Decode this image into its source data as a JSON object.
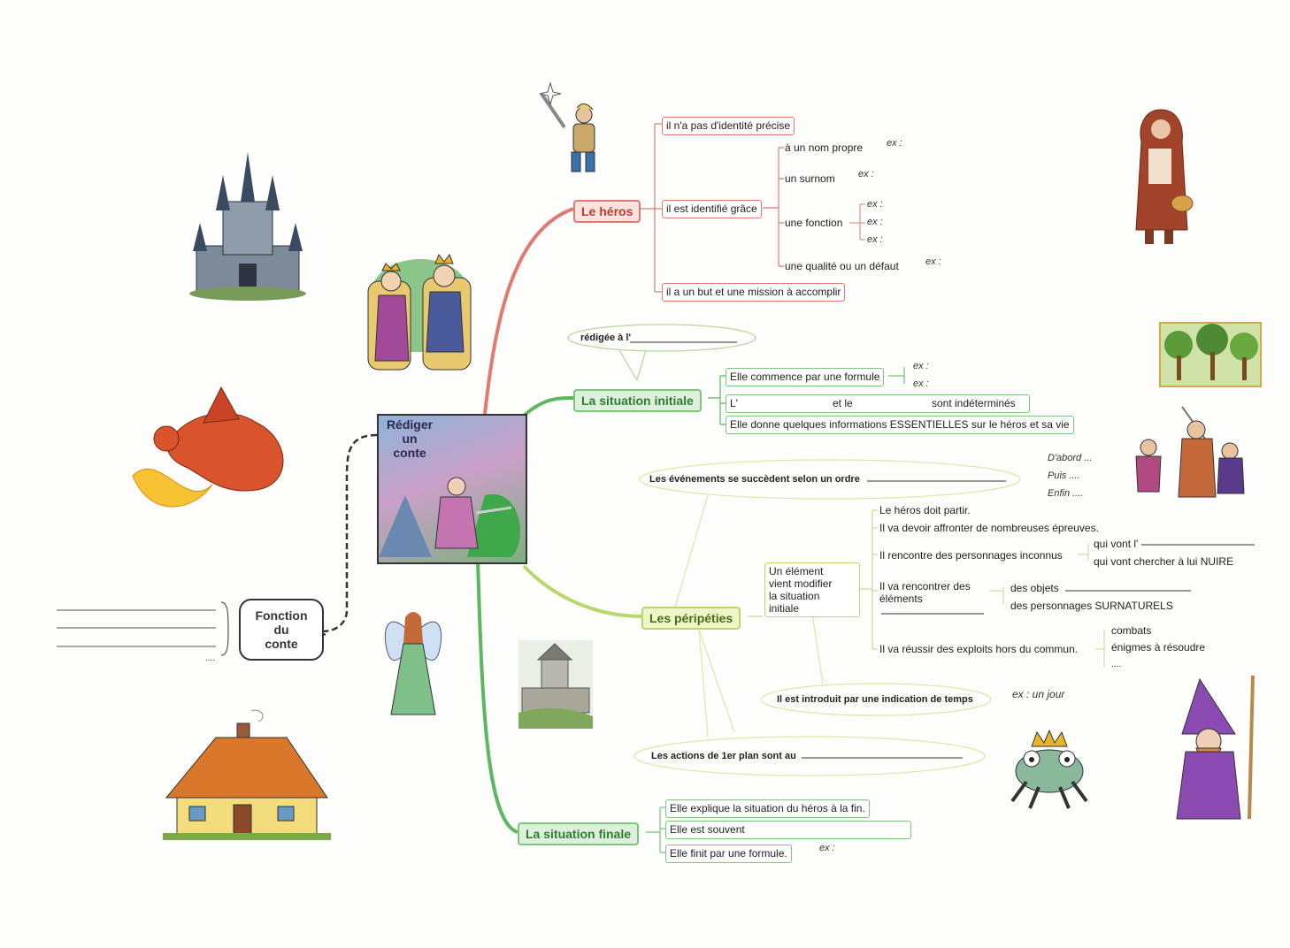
{
  "center": {
    "lines": [
      "Rédiger",
      "un",
      "conte"
    ]
  },
  "fonction": {
    "lines": [
      "Fonction",
      "du",
      "conte"
    ],
    "dots": "...."
  },
  "heros": {
    "label": "Le héros",
    "b1": "il n'a pas d'identité précise",
    "b2": "il est identifié grâce",
    "b2_items": [
      "à un nom propre",
      "un surnom",
      "une fonction",
      "une qualité ou un défaut"
    ],
    "b3": "il a un but et une mission à accomplir",
    "ex": "ex :"
  },
  "initiale": {
    "label": "La situation initiale",
    "bubble": "rédigée à l'",
    "b1": "Elle commence par une formule",
    "b2_a": "L'",
    "b2_b": "et le",
    "b2_c": "sont indéterminés",
    "b3": "Elle donne quelques informations ESSENTIELLES sur le héros et sa vie",
    "ex": "ex :"
  },
  "peripeties": {
    "label": "Les péripéties",
    "ordre": "Les événements se succèdent selon un ordre",
    "ordre_items": [
      "D'abord ...",
      "Puis ....",
      "Enfin ...."
    ],
    "element": [
      "Un élément",
      "vient modifier",
      "la situation",
      "initiale"
    ],
    "items": [
      "Le héros doit partir.",
      "Il va devoir affronter de nombreuses épreuves.",
      "Il rencontre des personnages inconnus",
      "Il va rencontrer des",
      "éléments",
      "Il va réussir des exploits hors du commun."
    ],
    "inconnus": [
      "qui vont l'",
      "qui vont chercher à lui NUIRE"
    ],
    "elements": [
      "des objets",
      "des personnages SURNATURELS"
    ],
    "exploits": [
      "combats",
      "énigmes à résoudre",
      "...."
    ],
    "temps": "Il est introduit par une indication de temps",
    "temps_ex": "ex : un jour",
    "actions": "Les actions de 1er plan sont au"
  },
  "finale": {
    "label": "La situation finale",
    "b1": "Elle explique la situation du héros à la fin.",
    "b2": "Elle est souvent",
    "b3": "Elle finit par une formule.",
    "ex": "ex :"
  },
  "colors": {
    "heros": "#e07a70",
    "initiale": "#5cb85c",
    "peripeties": "#b7d86a"
  }
}
